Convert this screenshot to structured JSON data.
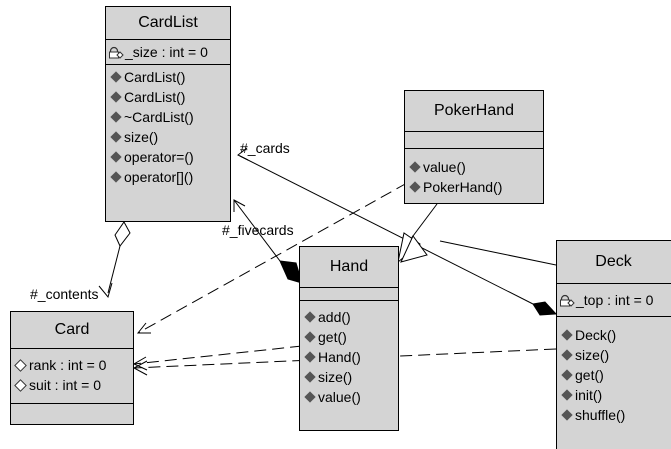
{
  "classes": {
    "cardlist": {
      "name": "CardList",
      "attributes": [
        "_size : int = 0"
      ],
      "methods": [
        "CardList()",
        "CardList()",
        "~CardList()",
        "size()",
        "operator=()",
        "operator[]()"
      ]
    },
    "pokerhand": {
      "name": "PokerHand",
      "attributes": [],
      "methods": [
        "value()",
        "PokerHand()"
      ]
    },
    "hand": {
      "name": "Hand",
      "attributes": [],
      "methods": [
        "add()",
        "get()",
        "Hand()",
        "size()",
        "value()"
      ]
    },
    "card": {
      "name": "Card",
      "attributes": [
        "rank : int = 0",
        "suit : int = 0"
      ],
      "methods": []
    },
    "deck": {
      "name": "Deck",
      "attributes": [
        "_top : int = 0"
      ],
      "methods": [
        "Deck()",
        "size()",
        "get()",
        "init()",
        "shuffle()"
      ]
    }
  },
  "labels": {
    "cards": "#_cards",
    "fivecards": "#_fivecards",
    "contents": "#_contents"
  },
  "colors": {
    "box_fill": "#d4d4d4",
    "line": "#000000"
  }
}
